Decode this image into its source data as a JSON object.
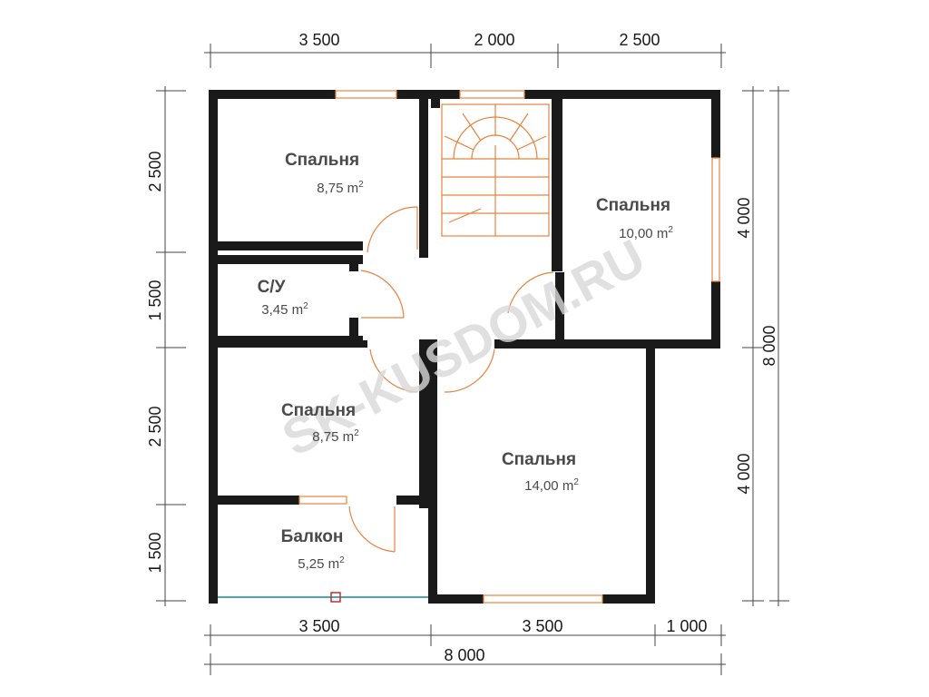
{
  "plan": {
    "top_dims": [
      "3 500",
      "2 000",
      "2 500"
    ],
    "bottom_dims": [
      "3 500",
      "3 500",
      "1 000"
    ],
    "bottom_total": "8 000",
    "left_dims": [
      "2 500",
      "1 500",
      "2 500",
      "1 500"
    ],
    "right_dims": [
      "4 000",
      "4 000"
    ],
    "right_total": "8 000",
    "watermark": "SK-KUSDOM.RU"
  },
  "rooms": [
    {
      "name": "Спальня",
      "area": "8,75 m"
    },
    {
      "name": "С/У",
      "area": "3,45 m"
    },
    {
      "name": "Спальня",
      "area": "8,75 m"
    },
    {
      "name": "Балкон",
      "area": "5,25 m"
    },
    {
      "name": "Спальня",
      "area": "10,00 m"
    },
    {
      "name": "Спальня",
      "area": "14,00 m"
    }
  ],
  "area_unit_sup": "2",
  "colors": {
    "wall": "#1a1a1a",
    "door": "#e8823c",
    "balcony_rail": "#4aa8a8"
  }
}
